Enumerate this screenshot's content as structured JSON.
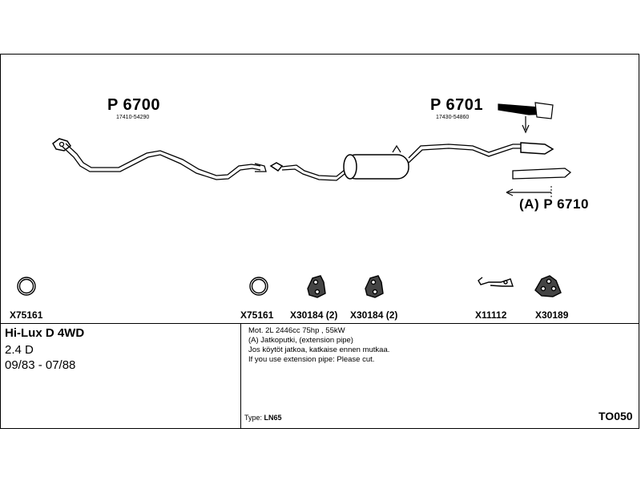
{
  "parts": {
    "p6700": {
      "label": "P 6700",
      "oem": "17410-54290"
    },
    "p6701": {
      "label": "P 6701",
      "oem": "17430-54860"
    },
    "p6710": {
      "label": "(A) P 6710"
    }
  },
  "fittings": [
    {
      "code": "X75161",
      "icon": "ring-gasket-icon"
    },
    {
      "code": "X75161",
      "icon": "ring-gasket-icon"
    },
    {
      "code": "X30184 (2)",
      "icon": "rubber-hanger-icon"
    },
    {
      "code": "X30184 (2)",
      "icon": "rubber-hanger-icon"
    },
    {
      "code": "X11112",
      "icon": "hook-bracket-icon"
    },
    {
      "code": "X30189",
      "icon": "rubber-hanger-icon"
    }
  ],
  "vehicle": {
    "model": "Hi-Lux D  4WD",
    "engine": "2.4 D",
    "years": "09/83 - 07/88"
  },
  "notes": {
    "line1": "Mot. 2L 2446cc 75hp , 55kW",
    "line2": "(A) Jatkoputki, (extension pipe)",
    "line3": "Jos köytöt jatkoa, katkaise ennen mutkaa.",
    "line4": "If you use extension pipe: Please cut."
  },
  "type": {
    "label": "Type:",
    "value": "LN65"
  },
  "reference": "TO050"
}
